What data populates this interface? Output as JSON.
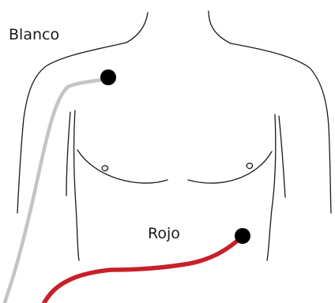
{
  "electrodes": [
    {
      "id": "white",
      "label": "Blanco",
      "lead_color": "#c4c4c4"
    },
    {
      "id": "red",
      "label": "Rojo",
      "lead_color": "#c8202a"
    }
  ],
  "electrode_color": "#000000"
}
